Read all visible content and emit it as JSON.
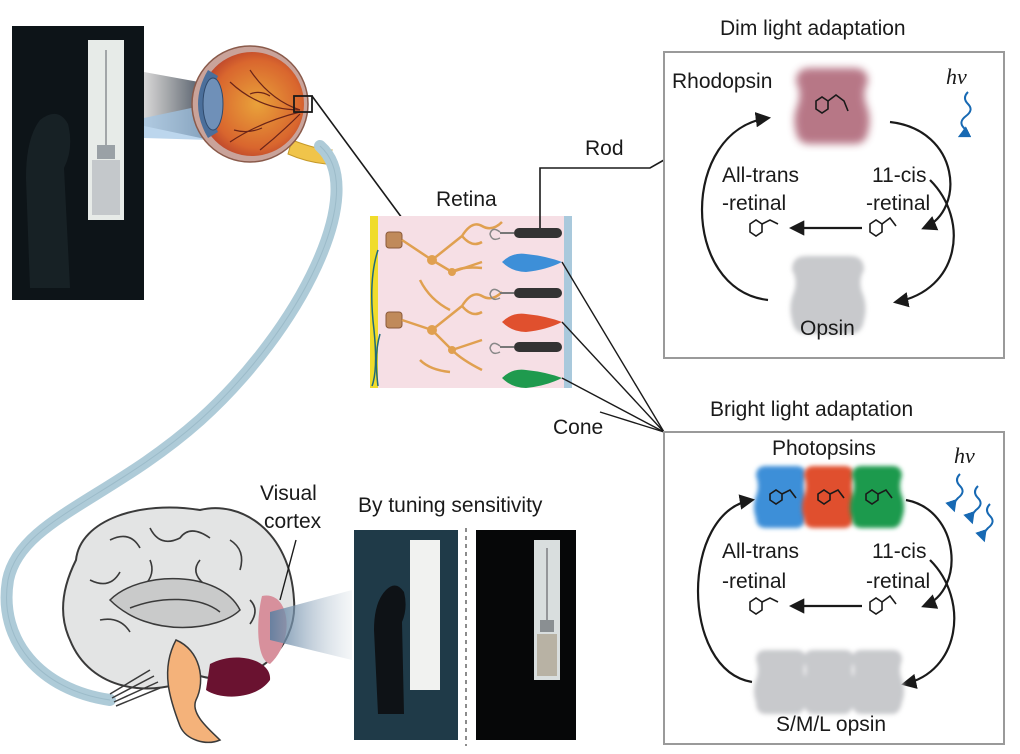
{
  "labels": {
    "rod": "Rod",
    "cone": "Cone",
    "retina": "Retina",
    "visual_cortex_line1": "Visual",
    "visual_cortex_line2": "cortex",
    "tuning": "By tuning sensitivity"
  },
  "dim_panel": {
    "title": "Dim light  adaptation",
    "pigment": "Rhodopsin",
    "photon": "hv",
    "all_trans_1": "All-trans",
    "all_trans_2": "-retinal",
    "cis_1": "11-cis",
    "cis_2": "-retinal",
    "opsin": "Opsin"
  },
  "bright_panel": {
    "title": "Bright light  adaptation",
    "pigment": "Photopsins",
    "photon": "hv",
    "all_trans_1": "All-trans",
    "all_trans_2": "-retinal",
    "cis_1": "11-cis",
    "cis_2": "-retinal",
    "opsin": "S/M/L opsin"
  },
  "colors": {
    "rhodopsin": "#b0697a",
    "opsin_gray": "#c8c9cc",
    "blue_cone": "#3d8fd8",
    "red_cone": "#e0502e",
    "green_cone": "#1f9a4e",
    "photon_arrow": "#1769b3",
    "optic_nerve": "#aecbd8",
    "retina_bg": "#f6dfe5",
    "panel_border": "#9a9a9a"
  }
}
